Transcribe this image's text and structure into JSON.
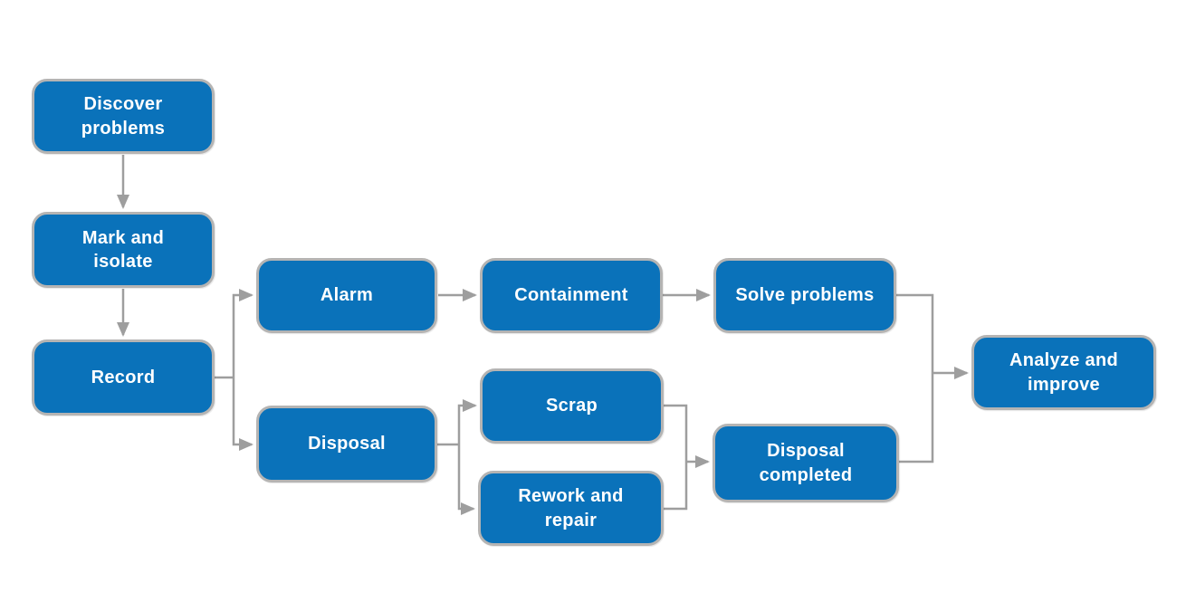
{
  "diagram": {
    "type": "flowchart",
    "colors": {
      "node_fill": "#0a72ba",
      "node_border": "#b5b4b3",
      "node_text": "#ffffff",
      "connector": "#9e9e9e",
      "background": "#ffffff"
    },
    "nodes": [
      {
        "id": "discover",
        "label": "Discover\nproblems"
      },
      {
        "id": "mark",
        "label": "Mark and\nisolate"
      },
      {
        "id": "record",
        "label": "Record"
      },
      {
        "id": "alarm",
        "label": "Alarm"
      },
      {
        "id": "containment",
        "label": "Containment"
      },
      {
        "id": "solve",
        "label": "Solve problems"
      },
      {
        "id": "disposal",
        "label": "Disposal"
      },
      {
        "id": "scrap",
        "label": "Scrap"
      },
      {
        "id": "rework",
        "label": "Rework and\nrepair"
      },
      {
        "id": "disposal_completed",
        "label": "Disposal\ncompleted"
      },
      {
        "id": "analyze",
        "label": "Analyze and\nimprove"
      }
    ],
    "edges": [
      {
        "from": "discover",
        "to": "mark"
      },
      {
        "from": "mark",
        "to": "record"
      },
      {
        "from": "record",
        "to": "alarm"
      },
      {
        "from": "record",
        "to": "disposal"
      },
      {
        "from": "alarm",
        "to": "containment"
      },
      {
        "from": "containment",
        "to": "solve"
      },
      {
        "from": "disposal",
        "to": "scrap"
      },
      {
        "from": "disposal",
        "to": "rework"
      },
      {
        "from": "scrap",
        "to": "disposal_completed"
      },
      {
        "from": "rework",
        "to": "disposal_completed"
      },
      {
        "from": "solve",
        "to": "analyze"
      },
      {
        "from": "disposal_completed",
        "to": "analyze"
      }
    ]
  }
}
